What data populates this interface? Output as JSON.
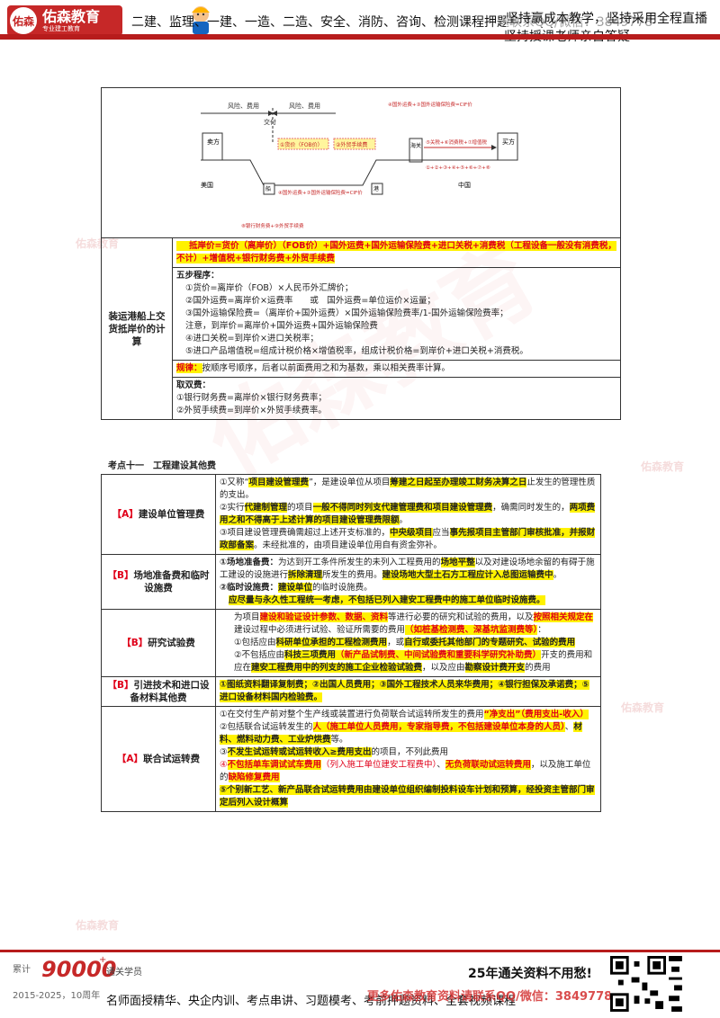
{
  "header": {
    "logo_mark": "佑森",
    "logo_name": "佑森教育",
    "logo_tagline": "专业建工教育",
    "line1": "二建、监理、一建、一造、二造、安全、消防、咨询、检测课程押题联系QQ/微信：3849778",
    "line1b": "坚持赢成本教学，坚持采用全程直播",
    "line2": "坚持授课老师亲自答疑"
  },
  "watermark": {
    "brand": "佑森教育",
    "big": "佑森教育"
  },
  "diagram": {
    "label_risk_cost_left": "风险、费用",
    "label_delivery": "交付",
    "label_risk_cost_right": "风险、费用",
    "seller": "卖方",
    "buyer": "买方",
    "us": "美国",
    "china": "中国",
    "customs": "海关",
    "ship": "船",
    "port": "港",
    "box1": "①货价（FOB价）",
    "box2": "②外贸手续费",
    "note_top": "④国外运费+③国外运输保险费=CIF价",
    "note_mid": "⑤关税+⑥消费税+⑦增值税",
    "note_bottom": "⑧银行财务费+⑨外贸手续费",
    "note_flow": "①+②+③+④+⑤+⑥+⑦+⑧"
  },
  "table1": {
    "row_label": "装运港船上交货抵岸价的计算",
    "formula": "抵岸价=货价（离岸价）（FOB价）+国外运费+国外运输保险费+进口关税+消费税（工程设备一般没有消费税，不计）+增值税+银行财务费+外贸手续费",
    "steps_title": "五步程序：",
    "steps": [
      "①货价=离岸价（FOB）×人民币外汇牌价；",
      "②国外运费=离岸价×运费率　　或　国外运费=单位运价×运量；",
      "③国外运输保险费=（离岸价+国外运费）×国外运输保险费率/1-国外运输保险费率；",
      "注意，到岸价=离岸价+国外运费+国外运输保险费",
      "④进口关税=到岸价×进口关税率；",
      "⑤进口产品增值税=组成计税价格×增值税率，组成计税价格=到岸价+进口关税+消费税。"
    ],
    "rule_label": "规律：",
    "rule_text": "按顺序号顺序，后者以前面费用之和为基数，乘以相关费率计算。",
    "double_title": "取双费：",
    "double_items": [
      "①银行财务费=离岸价×银行财务费率；",
      "②外贸手续费=到岸价×外贸手续费率。"
    ]
  },
  "section_title": "考点十一　工程建设其他费",
  "table2": {
    "rows": [
      {
        "tag": "【A】",
        "label": "建设单位管理费",
        "p1a": "①又称“",
        "p1b": "项目建设管理费",
        "p1c": "”，是建设单位从项目",
        "p1d": "筹建之日起至办理竣工财务决算之日",
        "p1e": "止发生的管理性质的支出。",
        "p2a": "②实行",
        "p2b": "代建制管理",
        "p2c": "的项目",
        "p2d": "一般不得同时列支代建管理费和项目建设管理费",
        "p2e": "，确需同时发生的，",
        "p2f": "两项费用之和不得高于上述计算的项目建设管理费限额",
        "p2g": "。",
        "p3a": "③项目建设管理费确需超过上述开支标准的，",
        "p3b": "中央级项目",
        "p3c": "应当",
        "p3d": "事先报项目主管部门审核批准，并报财政部备案",
        "p3e": "。未经批准的，由项目建设单位用自有资金弥补。"
      },
      {
        "tag": "【B】",
        "label": "场地准备费和临时设施费",
        "p1a": "①场地准备费：",
        "p1b": "为达到开工条件所发生的未列入工程费用的",
        "p1c": "场地平整",
        "p1d": "以及对建设场地余留的有碍于施工建设的设施进行",
        "p1e": "拆除清理",
        "p1f": "所发生的费用。",
        "p1g": "建设场地大型土石方工程应计入总图运输费中",
        "p1h": "。",
        "p2a": "②临时设施费：",
        "p2b": "建设单位",
        "p2c": "的临时设施费。",
        "p3": "应尽量与永久性工程统一考虑，不包括已列入建安工程费中的施工单位临时设施费。"
      },
      {
        "tag": "【B】",
        "label": "研究试验费",
        "p1a": "为项目",
        "p1b": "建设和验证设计参数、数据、资料",
        "p1c": "等进行必要的研究和试验的费用，以及",
        "p1d": "按照相关规定在",
        "p1e": "建设过程中必须进行试验、验证所需要的费用",
        "p1f": "（如桩基检测费、深基坑监测费等）",
        "p1g": "：",
        "p2a": "①包括应由",
        "p2b": "科研单位",
        "p2c": "承担的工程检测费用",
        "p2d": "，或",
        "p2e": "自行或委托其他部门的专题研究、试验的费用",
        "p3a": "②不包括应由",
        "p3b": "科技三项费用",
        "p3c": "（新产品试制费、中间试验费和重要科学研究补助费）",
        "p3d": "开支的费用和应在",
        "p3e": "建安工程费用中的列支的施工企业检验试验费",
        "p3f": "，以及应由",
        "p3g": "勘察设计费开支",
        "p3h": "的费用"
      },
      {
        "tag": "【B】",
        "label": "引进技术和进口设备材料其他费",
        "p1": "①图纸资料翻译复制费；②出国人员费用；③国外工程技术人员来华费用；④银行担保及承诺费；⑤进口设备材料国内检验费。"
      },
      {
        "tag": "【A】",
        "label": "联合试运转费",
        "p1a": "①在交付生产前对整个生产线或装置进行负荷联合试运转所发生的费用",
        "p1b": "“净支出”（费用支出-收入）",
        "p2a": "②包括联合试运转发生的",
        "p2b": "人（施工单位人员费用，专家指导费，不包括建设单位本身的人员）",
        "p2c": "、",
        "p2d": "材料、燃料动力费、工业炉烘费",
        "p2e": "等。",
        "p3a": "③",
        "p3b": "不发生试运转或试运转收入≥费用支出",
        "p3c": "的项目，不列此费用",
        "p4a": "④",
        "p4b": "不包括单车调试试车费用",
        "p4c": "（列入施工单位建安工程费中）",
        "p4d": "、",
        "p4e": "无负荷联动试运转费用",
        "p4f": "，以及施工单位的",
        "p4g": "缺陷修复费用",
        "p5": "⑤个别新工艺、新产品联合试运转费用由建设单位组织编制投料设车计划和预算，经投资主管部门审定后列入设计概算"
      }
    ]
  },
  "footer": {
    "stat_prefix": "累计",
    "stat_number": "90000",
    "stat_plus": "+",
    "stat_pass": "通关学员",
    "years": "2015-2025，10周年",
    "courses": "名师面授精华、央企内训、考点串讲、习题模考、考前押题资料、全套视频课程",
    "slogan": "25年通关资料不用愁!",
    "red_line": "更多佑森教育资料请联系QQ/微信：3849778"
  }
}
